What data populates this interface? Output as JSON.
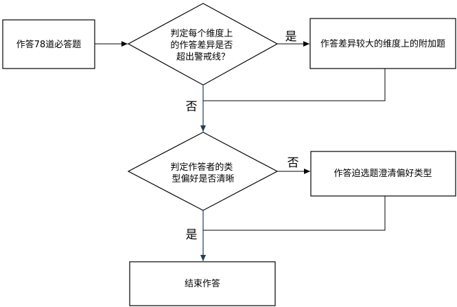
{
  "nodes": {
    "answer78": {
      "label": "作答78道必答题"
    },
    "check_dims": {
      "lines": [
        "判定每个维度上",
        "的作答差异是否",
        "超出警戒线？"
      ]
    },
    "extra_questions": {
      "label": "作答差异较大的维度上的附加题"
    },
    "check_pref": {
      "lines": [
        "判定作答者的类",
        "型偏好是否清晰"
      ]
    },
    "forced_choice": {
      "label": "作答迫选题澄清偏好类型"
    },
    "end": {
      "label": "结束作答"
    }
  },
  "edge_labels": {
    "dims_yes": "是",
    "dims_no": "否",
    "pref_no": "否",
    "pref_yes": "是"
  },
  "colors": {
    "stroke": "#000000",
    "arrow_accent": "#1f3b57",
    "background": "#ffffff"
  }
}
